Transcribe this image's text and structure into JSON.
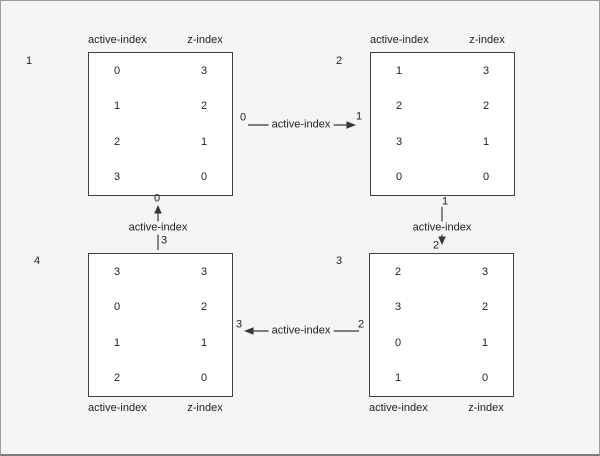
{
  "diagram": {
    "description_colors": {
      "background": "#f5f5f6",
      "box_fill": "#ffffff",
      "box_border": "#404040",
      "text": "#1f1f1f",
      "arrow": "#383838"
    },
    "states": [
      {
        "id": "1",
        "headers": [
          "active-index",
          "z-index"
        ],
        "rows": [
          [
            "0",
            "3"
          ],
          [
            "1",
            "2"
          ],
          [
            "2",
            "1"
          ],
          [
            "3",
            "0"
          ]
        ]
      },
      {
        "id": "2",
        "headers": [
          "active-index",
          "z-index"
        ],
        "rows": [
          [
            "1",
            "3"
          ],
          [
            "2",
            "2"
          ],
          [
            "3",
            "1"
          ],
          [
            "0",
            "0"
          ]
        ]
      },
      {
        "id": "3",
        "headers": [
          "active-index",
          "z-index"
        ],
        "rows": [
          [
            "2",
            "3"
          ],
          [
            "3",
            "2"
          ],
          [
            "0",
            "1"
          ],
          [
            "1",
            "0"
          ]
        ]
      },
      {
        "id": "4",
        "headers": [
          "active-index",
          "z-index"
        ],
        "rows": [
          [
            "3",
            "3"
          ],
          [
            "0",
            "2"
          ],
          [
            "1",
            "1"
          ],
          [
            "2",
            "0"
          ]
        ]
      }
    ],
    "transitions": [
      {
        "label": "active-index",
        "from": "0",
        "to": "1"
      },
      {
        "label": "active-index",
        "from": "1",
        "to": "2"
      },
      {
        "label": "active-index",
        "from": "2",
        "to": "3"
      },
      {
        "label": "active-index",
        "from": "3",
        "to": "0"
      }
    ]
  }
}
